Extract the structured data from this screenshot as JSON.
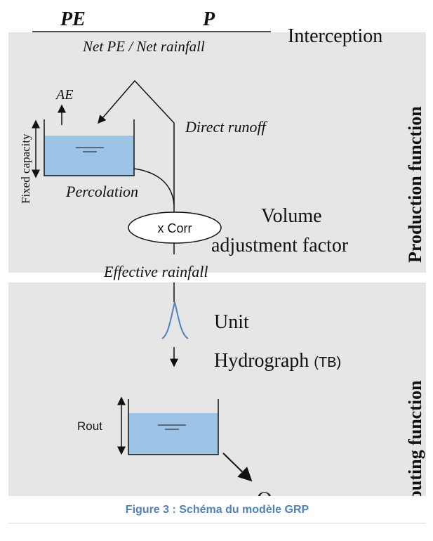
{
  "header": {
    "pe": "PE",
    "p": "P",
    "net_label": "Net PE / Net rainfall",
    "interception": "Interception"
  },
  "production": {
    "ae": "AE",
    "fixed_capacity": "Fixed capacity",
    "direct_runoff": "Direct runoff",
    "percolation": "Percolation",
    "corr": "x Corr",
    "volume_line1": "Volume",
    "volume_line2": "adjustment factor",
    "effective_rainfall": "Effective rainfall",
    "panel_title": "Production function"
  },
  "routing": {
    "unit_line1": "Unit",
    "unit_line2": "Hydrograph",
    "tb": "(TB)",
    "rout": "Rout",
    "output": "Q",
    "panel_title": "Routing function"
  },
  "caption": "Figure 3 : Schéma du modèle GRP",
  "colors": {
    "panel": "#e6e6e6",
    "water": "#9dc3e6",
    "caption": "#4f81bd",
    "ink": "#111111"
  }
}
